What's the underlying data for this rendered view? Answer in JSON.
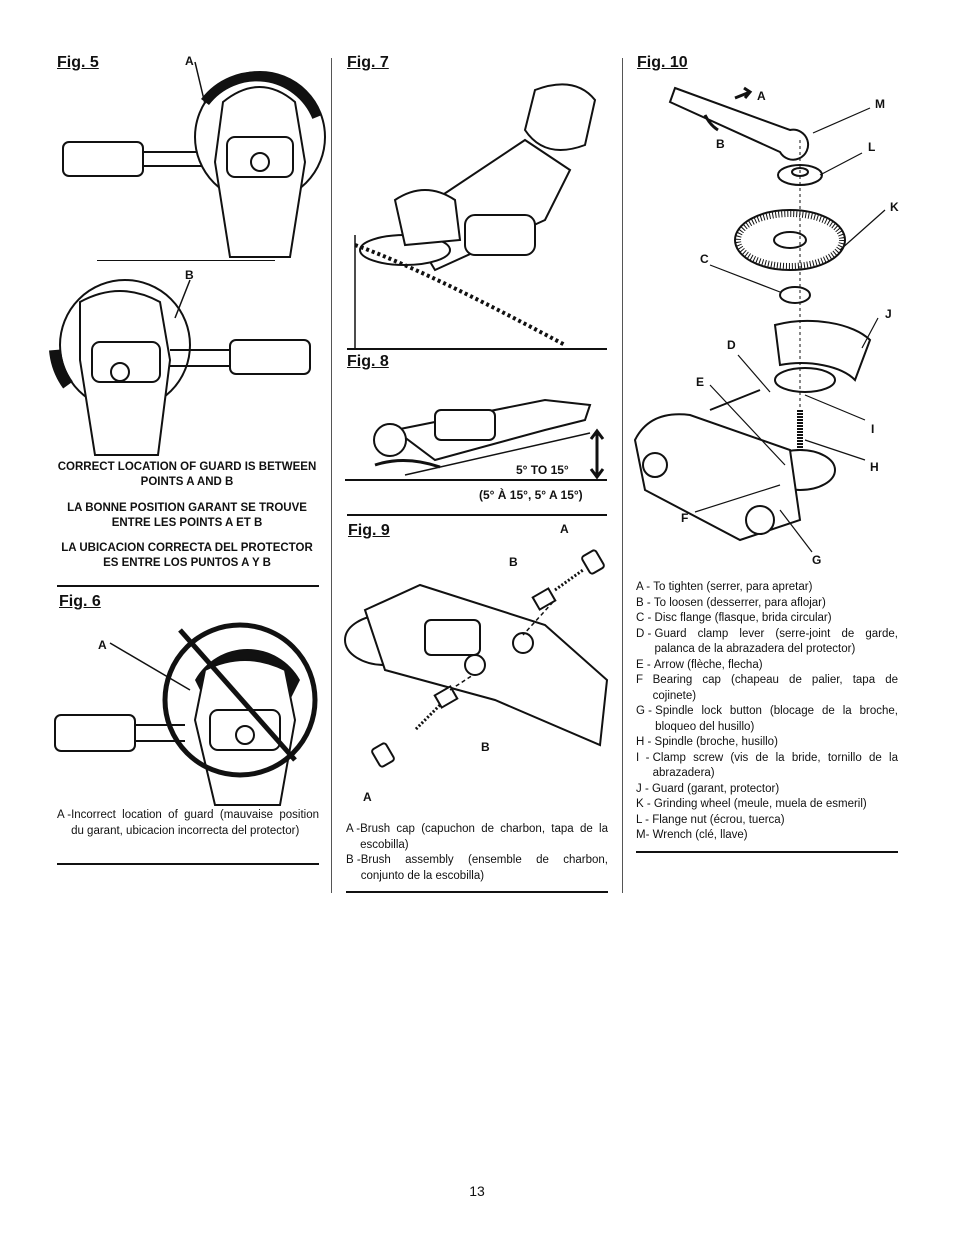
{
  "fig5": {
    "title": "Fig. 5",
    "label_a": "A",
    "label_b": "B",
    "captions": [
      "CORRECT LOCATION OF GUARD IS BETWEEN POINTS A AND B",
      "LA BONNE POSITION GARANT SE TROUVE ENTRE LES POINTS A ET B",
      "LA UBICACION CORRECTA DEL PROTECTOR ES ENTRE LOS PUNTOS A Y B"
    ]
  },
  "fig6": {
    "title": "Fig. 6",
    "label_a": "A",
    "legend": [
      {
        "key": "A -",
        "text": "Incorrect location of guard (mauvaise position du garant, ubicacion incorrecta del protector)"
      }
    ]
  },
  "fig7": {
    "title": "Fig. 7"
  },
  "fig8": {
    "title": "Fig. 8",
    "angle_label": "5° TO 15°",
    "angle_label_alt": "(5° À  15°, 5° A 15°)"
  },
  "fig9": {
    "title": "Fig. 9",
    "label_a_top": "A",
    "label_b_top": "B",
    "label_b_bottom": "B",
    "label_a_bottom": "A",
    "legend": [
      {
        "key": "A -",
        "text": "Brush cap (capuchon de charbon, tapa de la escobilla)"
      },
      {
        "key": "B -",
        "text": "Brush assembly (ensemble de charbon, conjunto de la escobilla)"
      }
    ]
  },
  "fig10": {
    "title": "Fig. 10",
    "labels": {
      "A": "A",
      "B": "B",
      "C": "C",
      "D": "D",
      "E": "E",
      "F": "F",
      "G": "G",
      "H": "H",
      "I": "I",
      "J": "J",
      "K": "K",
      "L": "L",
      "M": "M"
    },
    "legend": [
      {
        "key": "A - ",
        "text": "To tighten (serrer, para apretar)"
      },
      {
        "key": "B - ",
        "text": "To loosen (desserrer, para aflojar)"
      },
      {
        "key": "C - ",
        "text": "Disc flange (flasque, brida circular)"
      },
      {
        "key": "D - ",
        "text": "Guard clamp lever (serre-joint de garde, palanca de la abrazadera del protector)"
      },
      {
        "key": "E - ",
        "text": "Arrow (flèche, flecha)"
      },
      {
        "key": "F   ",
        "text": "Bearing cap (chapeau de palier, tapa de cojinete)"
      },
      {
        "key": "G - ",
        "text": "Spindle lock button (blocage de la broche, bloqueo del husillo)"
      },
      {
        "key": "H - ",
        "text": "Spindle (broche, husillo)"
      },
      {
        "key": "I  - ",
        "text": "Clamp screw (vis de la bride, tornillo de la abrazadera)"
      },
      {
        "key": "J - ",
        "text": "Guard (garant, protector)"
      },
      {
        "key": "K - ",
        "text": "Grinding wheel (meule, muela de esmeril)"
      },
      {
        "key": "L - ",
        "text": "Flange nut (écrou, tuerca)"
      },
      {
        "key": "M- ",
        "text": "Wrench (clé, llave)"
      }
    ]
  },
  "page_number": "13"
}
